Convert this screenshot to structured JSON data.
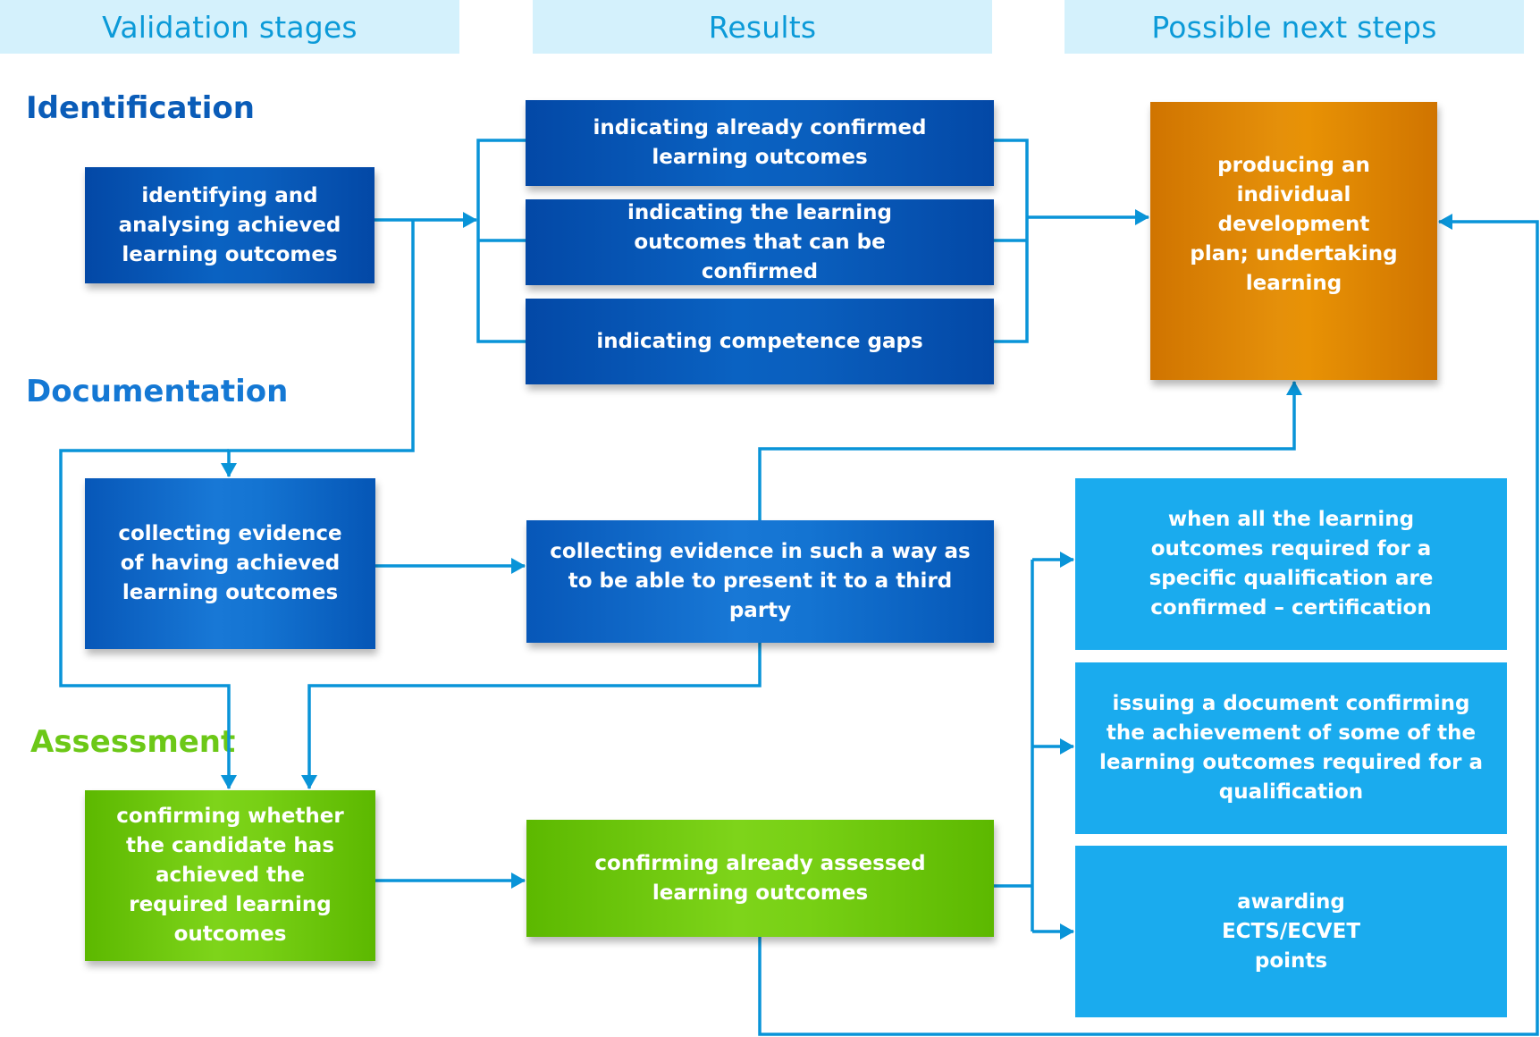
{
  "headers": {
    "stages": "Validation stages",
    "results": "Results",
    "next_steps": "Possible next steps"
  },
  "stages": {
    "identification": "Identification",
    "documentation": "Documentation",
    "assessment": "Assessment"
  },
  "stage_colors": {
    "identification": "#0a5cb8",
    "documentation": "#1478d4",
    "assessment": "#6cc817"
  },
  "boxes": {
    "identifying": "identifying and analysing achieved learning outcomes",
    "result_confirmed": "indicating already confirmed learning outcomes",
    "result_can_confirm": "indicating the learning outcomes that can be confirmed",
    "result_gaps": "indicating competence gaps",
    "development_plan": "producing an individual development plan; undertaking learning",
    "collecting_evidence": "collecting evidence of having achieved learning outcomes",
    "collecting_third_party": "collecting evidence in such a way as to be able to present it to a third party",
    "confirming_whether": "confirming whether the candidate has achieved the required learning outcomes",
    "confirming_assessed": "confirming already assessed learning outcomes",
    "certification": "when all the learning outcomes required for a specific qualification are confirmed – certification",
    "issuing_document": "issuing a document confirming the achievement of some of the learning outcomes required for a qualification",
    "awarding_points": "awarding ECTS/ECVET points"
  },
  "colors": {
    "connector": "#0994d8",
    "header_bg": "#d4f1fc",
    "header_text": "#0b9ad8"
  }
}
